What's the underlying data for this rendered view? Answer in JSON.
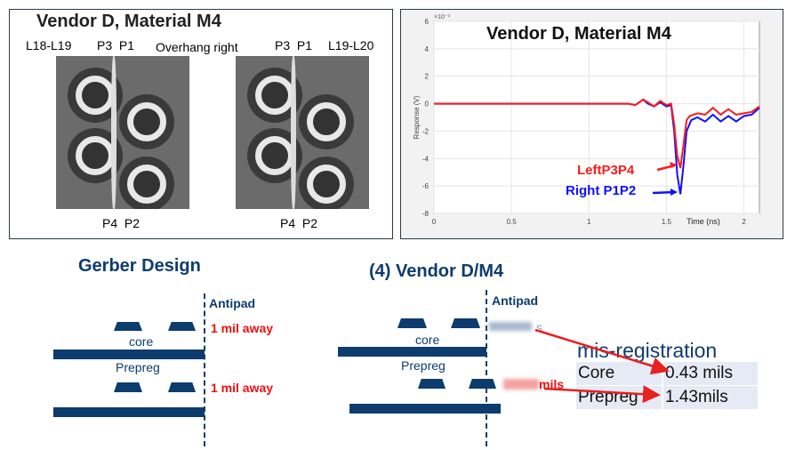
{
  "scan_panel": {
    "title": "Vendor D, Material M4",
    "top_labels": [
      "L18-L19",
      "P3  P1",
      "Overhang right",
      "P3  P1",
      "L19-L20"
    ],
    "bottom_labels": [
      "P4  P2",
      "P4  P2"
    ]
  },
  "chart_data": {
    "type": "line",
    "title": "Vendor D, Material M4",
    "xlabel": "Time (ns)",
    "ylabel": "Response (V)",
    "y_exponent": "×10⁻³",
    "xlim": [
      0,
      2.1
    ],
    "ylim": [
      -8,
      6
    ],
    "xticks": [
      "0",
      "0.5",
      "1",
      "1.5",
      "2"
    ],
    "yticks": [
      "6",
      "4",
      "2",
      "0",
      "-2",
      "-4",
      "-6",
      "-8"
    ],
    "grid": true,
    "series": [
      {
        "name": "LeftP3P4",
        "color": "#ff1a1a",
        "x": [
          0,
          1.25,
          1.3,
          1.35,
          1.38,
          1.42,
          1.46,
          1.5,
          1.53,
          1.55,
          1.57,
          1.59,
          1.61,
          1.63,
          1.65,
          1.7,
          1.75,
          1.8,
          1.85,
          1.9,
          1.95,
          2.0,
          2.05,
          2.1
        ],
        "y": [
          0,
          0,
          -0.1,
          0.3,
          0.1,
          -0.2,
          0.2,
          -0.1,
          0.0,
          -1.5,
          -3.8,
          -4.7,
          -3.0,
          -1.2,
          -0.9,
          -0.7,
          -0.8,
          -0.3,
          -0.8,
          -0.4,
          -0.8,
          -0.7,
          -0.6,
          -0.2
        ]
      },
      {
        "name": "Right P1P2",
        "color": "#1010ff",
        "x": [
          0,
          1.25,
          1.3,
          1.35,
          1.38,
          1.42,
          1.46,
          1.5,
          1.53,
          1.55,
          1.57,
          1.59,
          1.61,
          1.63,
          1.66,
          1.7,
          1.75,
          1.8,
          1.85,
          1.9,
          1.95,
          2.0,
          2.05,
          2.1
        ],
        "y": [
          0,
          0,
          -0.1,
          0.3,
          0.0,
          -0.2,
          0.1,
          -0.2,
          -0.1,
          -2,
          -5.2,
          -6.6,
          -4.5,
          -2,
          -1.2,
          -1.0,
          -1.3,
          -0.8,
          -1.3,
          -0.9,
          -1.3,
          -0.9,
          -0.8,
          -0.3
        ]
      }
    ],
    "annotations": [
      "LeftP3P4",
      "Right P1P2"
    ]
  },
  "gerber": {
    "title": "Gerber Design",
    "antipad": "Antipad",
    "core": "core",
    "prepreg": "Prepreg",
    "top_note": "1 mil away",
    "bottom_note": "1 mil away"
  },
  "vendor": {
    "title": "(4) Vendor D/M4",
    "antipad": "Antipad",
    "core": "core",
    "prepreg": "Prepreg",
    "top_note": "s",
    "bottom_note": "mils"
  },
  "misreg": {
    "title": "mis-registration",
    "rows": [
      {
        "label": "Core",
        "value": "0.43 mils"
      },
      {
        "label": "Prepreg",
        "value": "1.43mils"
      }
    ]
  }
}
